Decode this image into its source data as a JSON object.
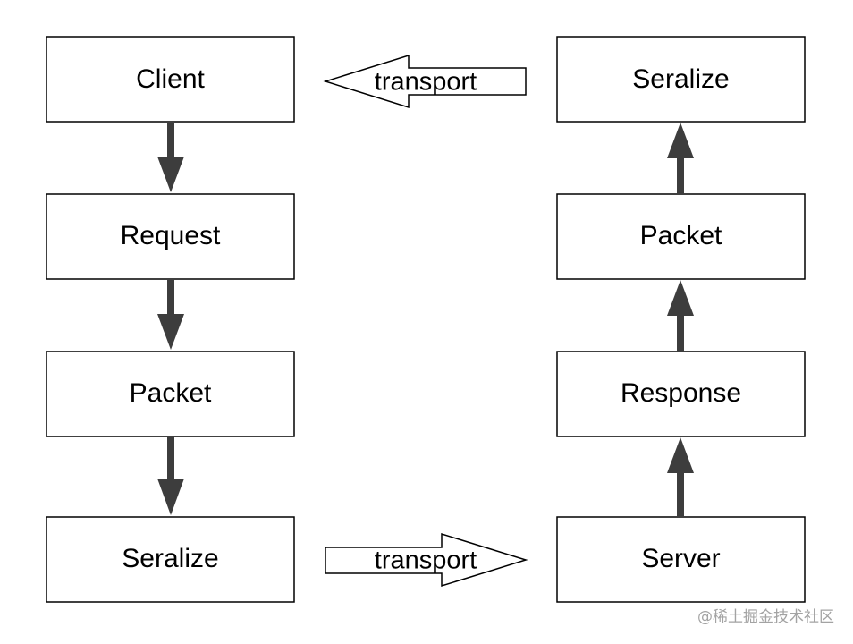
{
  "diagram": {
    "nodes": {
      "client": "Client",
      "request": "Request",
      "packet_left": "Packet",
      "serialize_left": "Seralize",
      "serialize_right": "Seralize",
      "packet_right": "Packet",
      "response": "Response",
      "server": "Server"
    },
    "edges": {
      "transport_top": "transport",
      "transport_bottom": "transport"
    },
    "colors": {
      "box_border": "#000000",
      "down_arrow": "#3d3d3d",
      "up_arrow": "#3d3d3d",
      "hollow_arrow_border": "#000000"
    }
  },
  "watermark": "@稀土掘金技术社区"
}
